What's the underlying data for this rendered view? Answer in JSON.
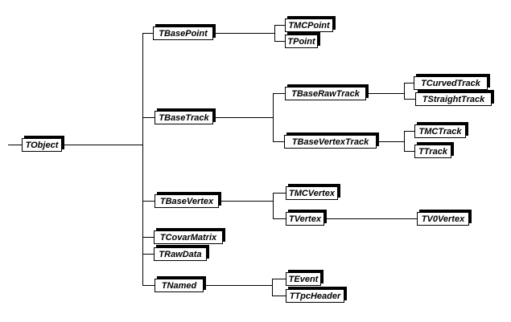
{
  "diagram_type": "class-inheritance-tree",
  "colors": {
    "line": "#000000",
    "box-bg": "#ffffff",
    "box-border": "#000000",
    "shadow": "#000000",
    "page-bg": "#ffffff"
  },
  "tree": {
    "label": "TObject",
    "children": [
      {
        "label": "TBasePoint",
        "children": [
          {
            "label": "TMCPoint"
          },
          {
            "label": "TPoint"
          }
        ]
      },
      {
        "label": "TBaseTrack",
        "children": [
          {
            "label": "TBaseRawTrack",
            "children": [
              {
                "label": "TCurvedTrack"
              },
              {
                "label": "TStraightTrack"
              }
            ]
          },
          {
            "label": "TBaseVertexTrack",
            "children": [
              {
                "label": "TMCTrack"
              },
              {
                "label": "TTrack"
              }
            ]
          }
        ]
      },
      {
        "label": "TBaseVertex",
        "children": [
          {
            "label": "TMCVertex"
          },
          {
            "label": "TVertex",
            "children": [
              {
                "label": "TV0Vertex"
              }
            ]
          }
        ]
      },
      {
        "label": "TCovarMatrix"
      },
      {
        "label": "TRawData"
      },
      {
        "label": "TNamed",
        "children": [
          {
            "label": "TEvent"
          },
          {
            "label": "TTpcHeader"
          }
        ]
      }
    ]
  }
}
